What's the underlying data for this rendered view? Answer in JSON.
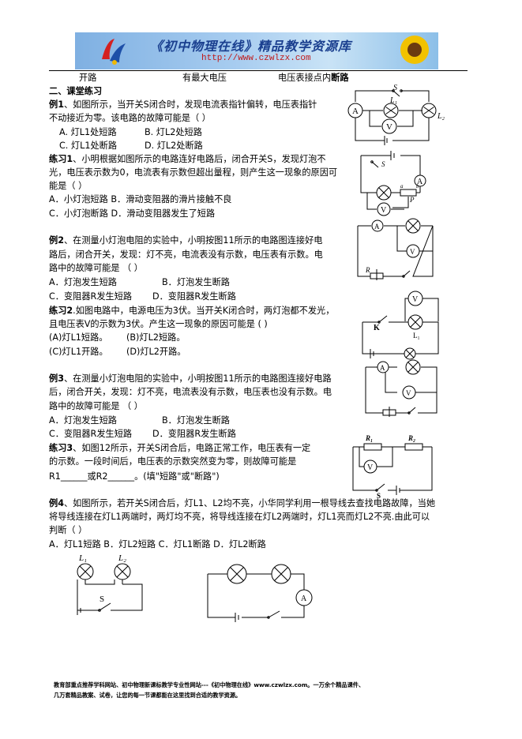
{
  "banner": {
    "title": "《初中物理在线》精品教学资源库",
    "url": "http://www.czwlzx.com"
  },
  "top_row": {
    "c1": "开路",
    "c2": "有最大电压",
    "c3a": "电压表接点内",
    "c3b": "断路"
  },
  "section_title": "二、课堂练习",
  "ex1": {
    "head": "例1",
    "line1": "、如图所示，当开关S闭合时，发现电流表指针偏转，电压表指针",
    "line2": "不动接近为零。该电路的故障可能是（      ）",
    "optA": "A. 灯L1处短路",
    "optB": "B. 灯L2处短路",
    "optC": "C. 灯L1处断路",
    "optD": "D. 灯L2处断路"
  },
  "pr1": {
    "head": "练习1",
    "line1": "、小明根据如图所示的电路连好电路后，闭合开关S，发现灯泡不",
    "line2": "光，电压表示数为0，电流表有示数但超出量程，则产生这一现象的原因可",
    "line3": "能是（      ）",
    "optAB": "A．小灯泡短路  B．滑动变阻器的滑片接触不良",
    "optCD": "C．小灯泡断路  D．滑动变阻器发生了短路"
  },
  "ex2": {
    "head": "例2",
    "line1": "、在测量小灯泡电阻的实验中，小明按图11所示的电路图连接好电",
    "line2": "路后，闭合开关，发现：灯不亮，电流表没有示数，电压表有示数。电",
    "line3": "路中的故障可能是    （        ）",
    "optA": "A．灯泡发生短路",
    "optB": "B．灯泡发生断路",
    "optC": "C．变阻器R发生短路",
    "optD": "D．变阻器R发生断路"
  },
  "pr2": {
    "head": "练习2",
    "line1": ".如图电路中，电源电压为3伏。当开关K闭合时，两灯泡都不发光，",
    "line2": "且电压表V的示数为3伏。产生这一现象的原因可能是      (      )",
    "optA": "(A)灯L1短路。",
    "optB": "(B)灯L2短路。",
    "optC": "(C)灯L1开路。",
    "optD": "(D)灯L2开路。"
  },
  "ex3": {
    "head": "例3",
    "line1": "、在测量小灯泡电阻的实验中，小明按图11所示的电路图连接好电路",
    "line2": "后，闭合开关，发现：灯不亮，电流表没有示数，电压表也没有示数。电",
    "line3": "路中的故障可能是    （        ）",
    "optA": "A．灯泡发生短路",
    "optB": "B．灯泡发生断路",
    "optC": "C．变阻器R发生短路",
    "optD": "D．变阻器R发生断路"
  },
  "pr3": {
    "head": "练习3",
    "line1": "、如图12所示，开关S闭合后，电路正常工作，电压表有一定",
    "line2": "的示数。一段时间后，电压表的示数突然变为零，则故障可能是",
    "line3": "R1______或R2______。(填\"短路\"或\"断路\")"
  },
  "ex4": {
    "head": "例4",
    "line1": "、如图所示，若开关S闭合后，灯L1、L2均不亮，小华同学利用一根导线去查找电路故障，当她",
    "line2": "将导线连接在灯L1两端时，两灯均不亮，将导线连接在灯L2两端时，灯L1亮而灯L2不亮.由此可以",
    "line3": "判断（  ）",
    "opts": "A．灯L1短路     B．灯L2短路 C．灯L1断路    D．灯L2断路"
  },
  "labels": {
    "S": "S",
    "L1": "L₁",
    "L2": "L₂",
    "A": "A",
    "V": "V",
    "P": "P",
    "R": "R",
    "R1": "R₁",
    "R2": "R₂",
    "K": "K",
    "a": "a",
    "b": "b"
  },
  "footer": {
    "line1": "教育部重点推荐学科网站、初中物理新课标教学专业性网站---《初中物理在线》www.czwlzx.com。一万余个精品课件、",
    "line2": "几万套精品教案、试卷，让您的每一节课都能在这里找到合适的教学资源。"
  }
}
